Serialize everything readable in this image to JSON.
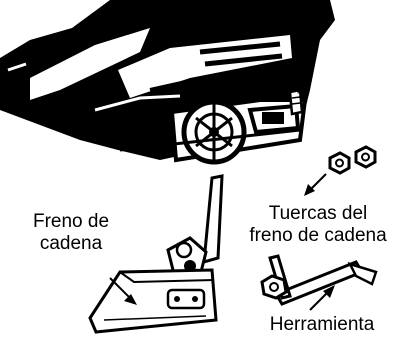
{
  "labels": {
    "chain_brake": [
      "Freno de",
      "cadena"
    ],
    "brake_nuts": [
      "Tuercas del",
      "freno de cadena"
    ],
    "tool": "Herramienta"
  },
  "colors": {
    "ink": "#000000",
    "paper": "#ffffff"
  }
}
